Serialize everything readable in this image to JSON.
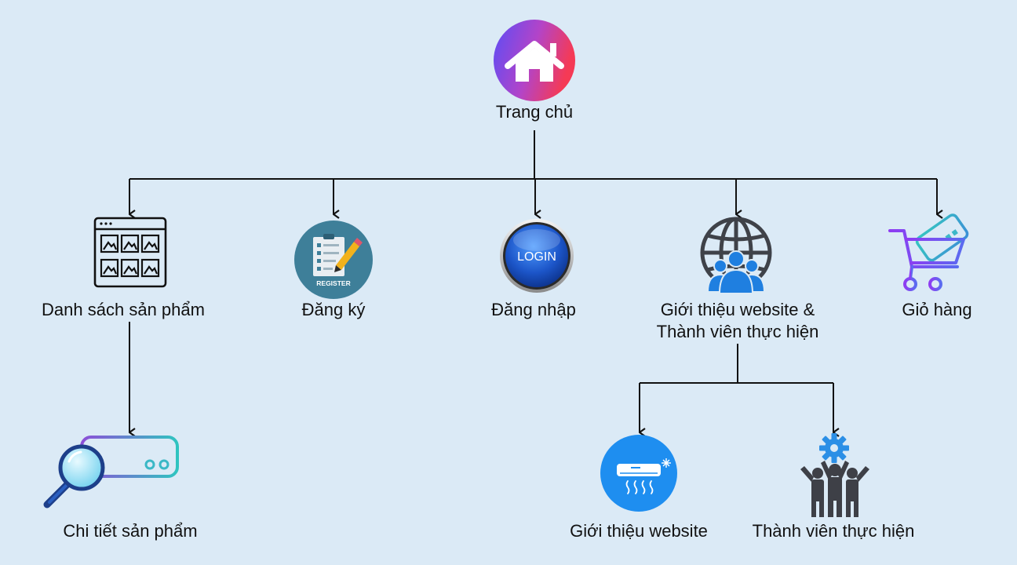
{
  "nodes": {
    "home": {
      "label": "Trang chủ",
      "icon": "house-icon"
    },
    "product_list": {
      "label": "Danh sách sản phẩm",
      "icon": "image-gallery-window-icon"
    },
    "register": {
      "label": "Đăng ký",
      "icon": "register-clipboard-icon",
      "icon_text": "REGISTER"
    },
    "login": {
      "label": "Đăng nhập",
      "icon": "login-button-icon",
      "icon_text": "LOGIN"
    },
    "about": {
      "label_line1": "Giới thiệu website &",
      "label_line2": "Thành viên thực hiện",
      "icon": "globe-people-icon"
    },
    "cart": {
      "label": "Giỏ hàng",
      "icon": "shopping-cart-icon"
    },
    "product_detail": {
      "label": "Chi tiết sản phẩm",
      "icon": "magnifier-device-icon"
    },
    "about_website": {
      "label": "Giới thiệu website",
      "icon": "air-conditioner-icon"
    },
    "members": {
      "label": "Thành viên thực hiện",
      "icon": "team-gear-icon"
    }
  },
  "colors": {
    "background": "#dbeaf6",
    "connector": "#111111",
    "home_gradient_start": "#6a4cf5",
    "home_gradient_end": "#f43a57",
    "register_circle": "#3e7f99",
    "login_blue": "#1e5fd0",
    "ac_blue": "#1e8ef0",
    "cart_purple": "#8a3cf0",
    "cart_teal": "#3cc8c0"
  }
}
